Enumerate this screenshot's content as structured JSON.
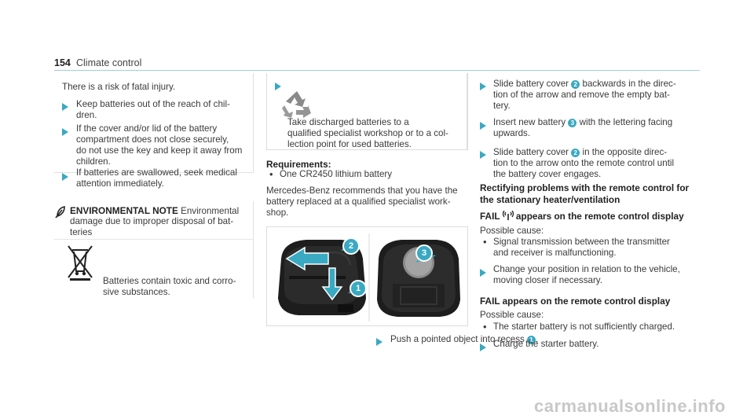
{
  "header": {
    "page_number": "154",
    "section_title": "Climate control"
  },
  "warning": {
    "intro": "There is a risk of fatal injury.",
    "steps": [
      "Keep batteries out of the reach of chil-\ndren.",
      "If the cover and/or lid of the battery\ncompartment does not close securely,\ndo not use the key and keep it away from\nchildren.",
      "If batteries are swallowed, seek medical\nattention immediately."
    ]
  },
  "environmental": {
    "title": "ENVIRONMENTAL NOTE",
    "text_first": "Environmental",
    "text_rest": "damage due to improper disposal of bat-\nteries",
    "batteries_text": "Batteries contain toxic and corro-\nsive substances."
  },
  "recycle": {
    "text": "Take discharged batteries to a\nqualified specialist workshop or to a col-\nlection point for used batteries."
  },
  "requirements": {
    "heading": "Requirements:",
    "item": "One CR2450 lithium battery",
    "recommendation": "Mercedes-Benz recommends that you have the\nbattery replaced at a qualified specialist work-\nshop."
  },
  "figure": {
    "callouts": [
      "2",
      "1",
      "3"
    ]
  },
  "step_push": {
    "text_before": "Push a pointed object into recess",
    "num": "1",
    "text_after": "."
  },
  "right_steps": [
    {
      "before": "Slide battery cover",
      "num": "2",
      "after": "backwards in the direc-\ntion of the arrow and remove the empty bat-\ntery."
    },
    {
      "before": "Insert new battery",
      "num": "3",
      "after": "with the lettering facing\nupwards."
    },
    {
      "before": "Slide battery cover",
      "num": "2",
      "after": "in the opposite direc-\ntion to the arrow onto the remote control until\nthe battery cover engages."
    }
  ],
  "rectifying": {
    "heading": "Rectifying problems with the remote control for\nthe stationary heater/ventilation"
  },
  "fail1": {
    "fail": "FAIL",
    "heading_rest": "appears on the remote control display",
    "cause_label": "Possible cause:",
    "cause": "Signal transmission between the transmitter\nand receiver is malfunctioning.",
    "action": "Change your position in relation to the vehicle,\nmoving closer if necessary."
  },
  "fail2": {
    "heading": "FAIL appears on the remote control display",
    "cause_label": "Possible cause:",
    "cause": "The starter battery is not sufficiently charged.",
    "action": "Charge the starter battery."
  },
  "watermark": "carmanualsonline.info",
  "colors": {
    "accent": "#3aa9c2",
    "rule": "#9fcfd6"
  }
}
